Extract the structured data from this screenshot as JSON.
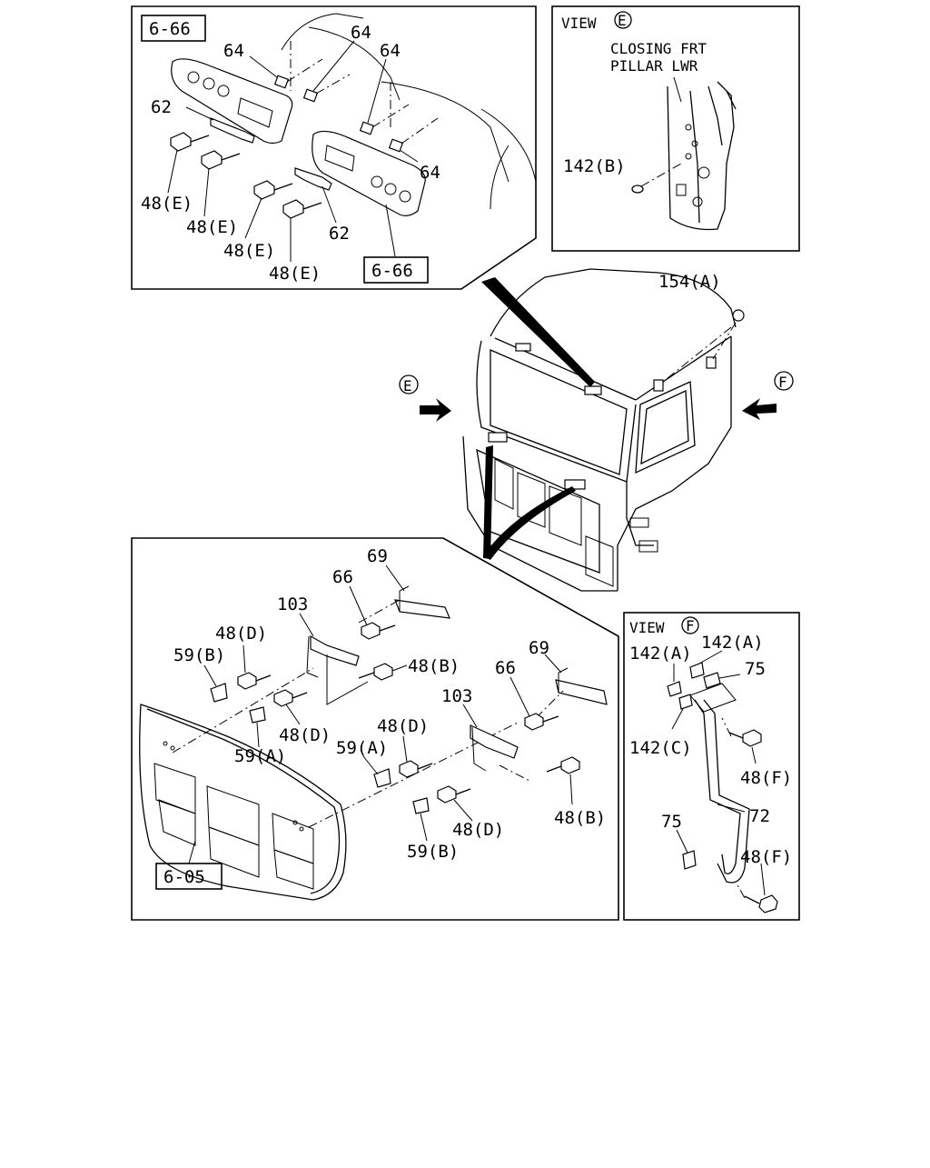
{
  "views": {
    "view_e": {
      "label": "VIEW",
      "circle": "E",
      "caption_line1": "CLOSING FRT",
      "caption_line2": "PILLAR LWR"
    },
    "view_f": {
      "label": "VIEW",
      "circle": "F"
    }
  },
  "ref_boxes": {
    "top_left": "6-66",
    "top_right": "6-66",
    "bottom": "6-05"
  },
  "arrows": {
    "e": "E",
    "f": "F"
  },
  "callouts": {
    "tl_64a": "64",
    "tl_64b": "64",
    "tl_64c": "64",
    "tl_64d": "64",
    "tl_62a": "62",
    "tl_62b": "62",
    "tl_48e_1": "48(E)",
    "tl_48e_2": "48(E)",
    "tl_48e_3": "48(E)",
    "tl_48e_4": "48(E)",
    "ve_142b": "142(B)",
    "cab_154a": "154(A)",
    "bl_69a": "69",
    "bl_66a": "66",
    "bl_103a": "103",
    "bl_48d_1": "48(D)",
    "bl_59b_1": "59(B)",
    "bl_48b_1": "48(B)",
    "bl_48d_2": "48(D)",
    "bl_59a_1": "59(A)",
    "bl_69b": "69",
    "bl_66b": "66",
    "bl_103b": "103",
    "bl_48d_3": "48(D)",
    "bl_59a_2": "59(A)",
    "bl_48d_4": "48(D)",
    "bl_48b_2": "48(B)",
    "bl_59b_2": "59(B)",
    "vf_142a_1": "142(A)",
    "vf_142a_2": "142(A)",
    "vf_75a": "75",
    "vf_142c": "142(C)",
    "vf_48f_1": "48(F)",
    "vf_72": "72",
    "vf_75b": "75",
    "vf_48f_2": "48(F)"
  }
}
